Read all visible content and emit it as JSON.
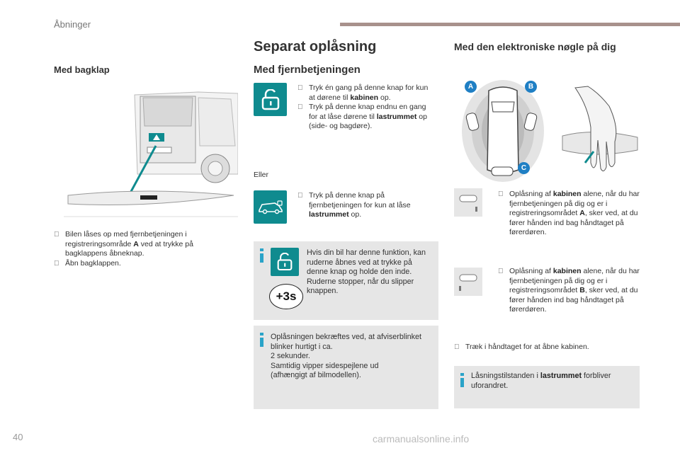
{
  "header": {
    "section": "Åbninger"
  },
  "col1": {
    "heading": "Med bagklap",
    "bullets": [
      {
        "parts": [
          "Bilen låses op med fjernbetjeningen i registreringsområde ",
          "A",
          " ved at trykke på bagklappens åbneknap."
        ]
      },
      {
        "parts": [
          "Åbn bagklappen."
        ]
      }
    ]
  },
  "col2": {
    "title": "Separat oplåsning",
    "subtitle": "Med fjernbetjeningen",
    "block1": [
      {
        "parts": [
          "Tryk én gang på denne knap for kun at dørene til ",
          "kabinen",
          " op."
        ]
      },
      {
        "parts": [
          "Tryk på denne knap endnu en gang for at låse dørene til ",
          "lastrummet",
          " op (side- og bagdøre)."
        ]
      }
    ],
    "or": "Eller",
    "block2": {
      "parts": [
        "Tryk på denne knap på fjernbetjeningen for kun at låse ",
        "lastrummet",
        " op."
      ]
    },
    "info1": "Hvis din bil har denne funktion, kan ruderne åbnes ved at trykke på denne knap og holde den inde. Ruderne stopper, når du slipper knappen.",
    "info1_badge": "+3s",
    "info2": [
      "Oplåsningen bekræftes ved, at afviserblinket blinker hurtigt i ca.",
      "2 sekunder.",
      "Samtidig vipper sidespejlene ud",
      "(afhængigt af bilmodellen)."
    ]
  },
  "col3": {
    "heading": "Med den elektroniske nøgle på dig",
    "zones": [
      "A",
      "B",
      "C"
    ],
    "item1": {
      "parts": [
        "Oplåsning af ",
        "kabinen",
        " alene, når du har fjernbetjeningen på dig og er i registreringsområdet ",
        "A",
        ", sker ved, at du fører hånden ind bag håndtaget på førerdøren."
      ]
    },
    "item2": {
      "parts": [
        "Oplåsning af ",
        "kabinen",
        " alene, når du har fjernbetjeningen på dig og er i registreringsområdet ",
        "B",
        ", sker ved, at du fører hånden ind bag håndtaget på førerdøren."
      ]
    },
    "item3": "Træk i håndtaget for at åbne kabinen.",
    "info": {
      "parts": [
        "Låsningstilstanden i ",
        "lastrummet",
        " forbliver uforandret."
      ]
    }
  },
  "footer": {
    "page": "40",
    "site": "carmanualsonline.info"
  },
  "colors": {
    "teal": "#0f8b8f",
    "info_bg": "#e6e6e6",
    "info_bar": "#2aa3c8",
    "badge": "#1f7fc4"
  }
}
